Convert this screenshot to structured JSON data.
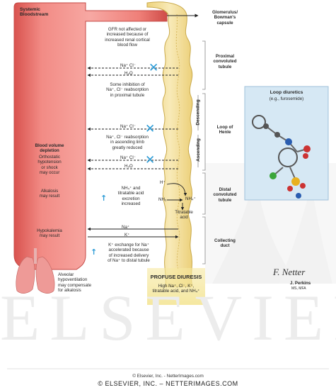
{
  "left": {
    "systemic_bloodstream": "Systemic\nBloodstream",
    "blood_volume_depletion": "Blood volume\ndepletion",
    "orthostatic": "Orthostatic\nhypotension\nor shock\nmay occur",
    "alkalosis": "Alkalosis\nmay result",
    "hypokalemia": "Hypokalemia\nmay result",
    "alveolar": "Alveolar\nhypoventilation\nmay compensate\nfor alkalosis"
  },
  "center": {
    "gfr": "GFR not affected or\nincreased because of\nincreased renal cortical\nblood flow",
    "na_cl_1": "Na⁺ Cl⁻",
    "h2o_1": "H₂O",
    "some_inhibition": "Some inhibition of\nNa⁺, Cl⁻ reabsorption\nin proximal tubule",
    "na_cl_2": "Na⁺ Cl⁻",
    "na_cl_reabsorption": "Na⁺, Cl⁻ reabsorption\nin ascending limb\ngreatly reduced",
    "na_cl_3": "Na⁺ Cl⁻",
    "h2o_2": "H₂O",
    "nh4_excretion": "NH₄⁺ and\ntitratable acid\nexcretion\nincreased",
    "h_plus": "H⁺",
    "nh3": "NH₃",
    "nh4": "NH₄⁺",
    "titratable_acid": "Titratable\nacid",
    "na_4": "Na⁺",
    "k_1": "K⁺",
    "k_exchange": "K⁺ exchange for Na⁺\naccelerated because\nof increased delivery\nof Na⁺ to distal tubule",
    "profuse_diuresis": "PROFUSE DIURESIS",
    "profuse_detail": "High Na⁺, Cl⁻, K⁺,\ntitratable acid, and NH₄⁺"
  },
  "right": {
    "glomerulus": "Glomerulus/\nBowman's\ncapsule",
    "proximal": "Proximal\nconvoluted\ntubule",
    "loop_of_henle": "Loop of\nHenle",
    "descending": "Descending",
    "ascending": "Ascending",
    "distal": "Distal\nconvoluted\ntubule",
    "collecting_duct": "Collecting\nduct",
    "loop_diuretics": "Loop diuretics",
    "furosemide": "(e.g., furosemide)",
    "artist_signature": "F. Netter",
    "artist_name": "J. Perkins",
    "artist_credentials": "MS, MFA"
  },
  "watermark": "ELSEVIER",
  "footer": {
    "line1": "© Elsevier, Inc. - NetterImages.com",
    "line2": "© ELSEVIER, INC. – NETTERIMAGES.COM"
  },
  "colors": {
    "bloodstream": "#e86a6a",
    "tubule": "#f3e1a0",
    "diuretic_panel": "#d6e8f4",
    "block_x": "#2c9bd6"
  }
}
